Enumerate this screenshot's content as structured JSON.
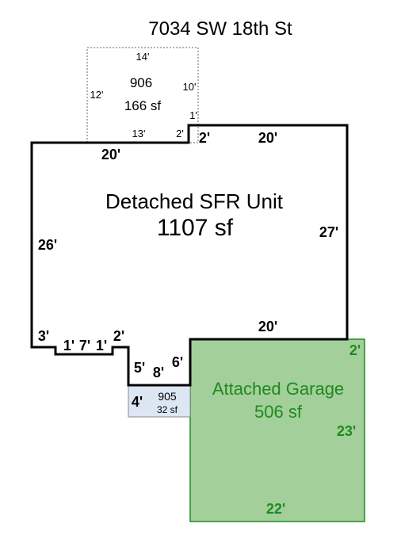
{
  "title": "7034 SW 18th St",
  "colors": {
    "outline": "#000000",
    "garage_fill": "#a3cf9a",
    "garage_text": "#1f8a1f",
    "porch_fill": "#dce7f3",
    "dotted": "#666666"
  },
  "upper_area": {
    "code": "906",
    "area": "166 sf",
    "dims": {
      "top": "14'",
      "left": "12'",
      "right": "10'",
      "right_small": "1'",
      "bottom": "13'",
      "bottom_small": "2'"
    }
  },
  "main_unit": {
    "name": "Detached SFR Unit",
    "area": "1107 sf",
    "dims": {
      "top_left": "20'",
      "top_step": "2'",
      "top_right": "20'",
      "left": "26'",
      "right": "27'",
      "bottom_right": "20'",
      "b_3": "3'",
      "b_1a": "1'",
      "b_7": "7'",
      "b_1b": "1'",
      "b_2": "2'",
      "notch_left": "5'",
      "notch_bottom": "8'",
      "notch_right": "6'"
    }
  },
  "porch": {
    "code": "905",
    "area": "32 sf",
    "dim": "4'"
  },
  "garage": {
    "name": "Attached Garage",
    "area": "506 sf",
    "dims": {
      "top": "2'",
      "right": "23'",
      "bottom": "22'"
    }
  }
}
